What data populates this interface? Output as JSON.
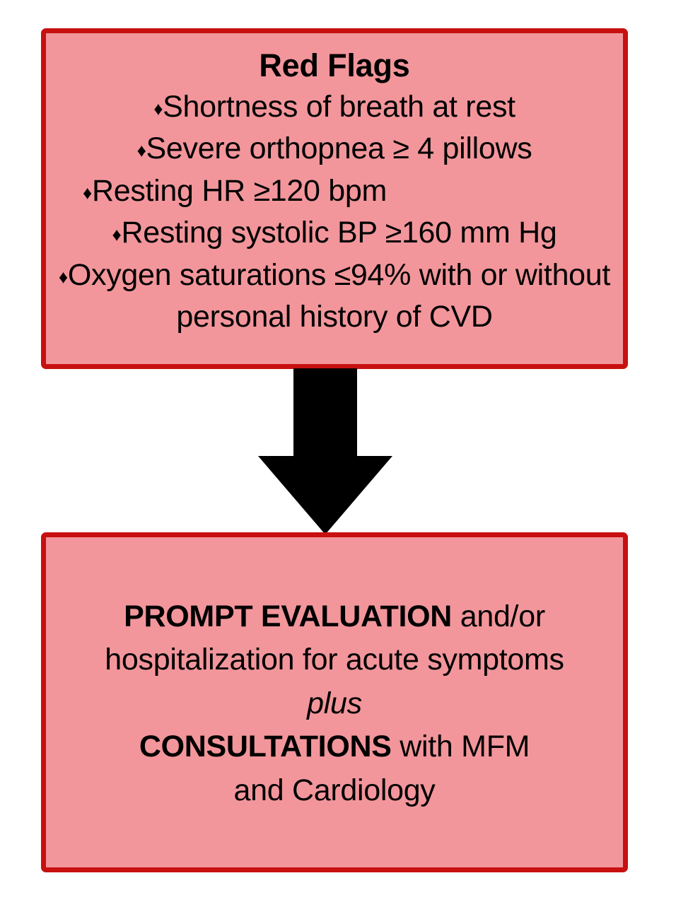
{
  "diagram": {
    "type": "flowchart",
    "orientation": "vertical",
    "colors": {
      "box_fill": "#F2969B",
      "box_border": "#C81010",
      "text": "#000000",
      "arrow": "#000000",
      "background": "#FFFFFF"
    },
    "nodes": [
      {
        "id": "red-flags",
        "title": "Red Flags",
        "bullet_glyph": "♦",
        "bullets": [
          "Shortness of breath at rest",
          "Severe orthopnea ≥ 4 pillows",
          "Resting HR ≥120 bpm",
          "Resting systolic BP ≥160 mm Hg",
          "Oxygen saturations ≤94% with or without personal history of CVD"
        ]
      },
      {
        "id": "prompt-evaluation",
        "lines": [
          {
            "segments": [
              {
                "text": "PROMPT EVALUATION",
                "style": "bold"
              },
              {
                "text": " and/or",
                "style": "normal"
              }
            ]
          },
          {
            "segments": [
              {
                "text": "hospitalization for acute symptoms",
                "style": "normal"
              }
            ]
          },
          {
            "segments": [
              {
                "text": "plus",
                "style": "italic"
              }
            ]
          },
          {
            "segments": [
              {
                "text": "CONSULTATIONS",
                "style": "bold"
              },
              {
                "text": " with MFM",
                "style": "normal"
              }
            ]
          },
          {
            "segments": [
              {
                "text": "and Cardiology",
                "style": "normal"
              }
            ]
          }
        ]
      }
    ],
    "connector": {
      "name": "down-arrow",
      "from": "red-flags",
      "to": "prompt-evaluation",
      "direction": "down"
    }
  }
}
